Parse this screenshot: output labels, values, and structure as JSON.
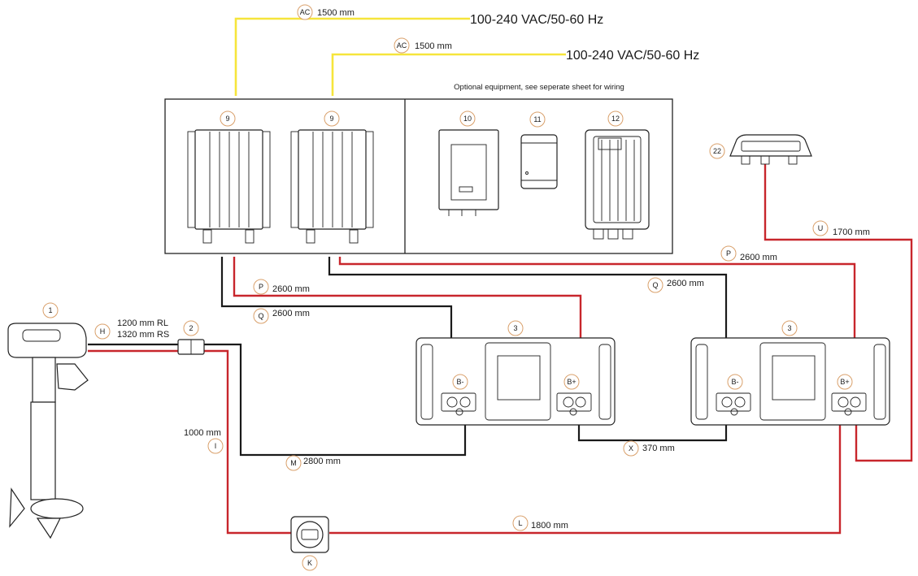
{
  "colors": {
    "ac_wire": "#f6e53b",
    "positive_wire": "#c8262c",
    "negative_wire": "#1a1a1a",
    "callout_ring": "#d9a06b"
  },
  "header": {
    "optional_note": "Optional equipment, see seperate sheet for wiring"
  },
  "ac_inputs": [
    {
      "callout": "AC",
      "length": "1500 mm",
      "supply": "100-240 VAC/50-60 Hz"
    },
    {
      "callout": "AC",
      "length": "1500 mm",
      "supply": "100-240 VAC/50-60 Hz"
    }
  ],
  "components": {
    "motor": "1",
    "fuse": "2",
    "battery_a": "3",
    "battery_b": "3",
    "charger_a": "9",
    "charger_b": "9",
    "optional_10": "10",
    "optional_11": "11",
    "optional_12": "12",
    "controller": "22",
    "switch": "K"
  },
  "terminals": {
    "negative": "B-",
    "positive": "B+"
  },
  "cables": {
    "H": {
      "letter": "H",
      "line1": "1200 mm RL",
      "line2": "1320 mm RS"
    },
    "I": {
      "letter": "I",
      "length": "1000 mm"
    },
    "M": {
      "letter": "M",
      "length": "2800 mm"
    },
    "L": {
      "letter": "L",
      "length": "1800 mm"
    },
    "X": {
      "letter": "X",
      "length": "370 mm"
    },
    "P1": {
      "letter": "P",
      "length": "2600 mm"
    },
    "Q1": {
      "letter": "Q",
      "length": "2600 mm"
    },
    "P2": {
      "letter": "P",
      "length": "2600 mm"
    },
    "Q2": {
      "letter": "Q",
      "length": "2600 mm"
    },
    "U": {
      "letter": "U",
      "length": "1700 mm"
    }
  }
}
